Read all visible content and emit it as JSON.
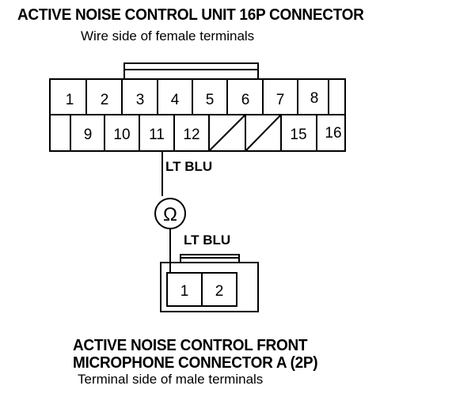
{
  "top_connector": {
    "title": "ACTIVE NOISE CONTROL UNIT 16P CONNECTOR",
    "subtitle": "Wire side of female terminals",
    "row1": [
      "1",
      "2",
      "3",
      "4",
      "5",
      "6",
      "7",
      "8"
    ],
    "row2": [
      "9",
      "10",
      "11",
      "12",
      "15",
      "16"
    ]
  },
  "wire_upper": {
    "label": "LT BLU"
  },
  "ohmmeter": {
    "symbol": "Ω"
  },
  "wire_lower": {
    "label": "LT BLU"
  },
  "bottom_connector": {
    "title_line1": "ACTIVE NOISE CONTROL FRONT",
    "title_line2": "MICROPHONE CONNECTOR A (2P)",
    "subtitle": "Terminal side of male terminals",
    "terminals": [
      "1",
      "2"
    ]
  }
}
